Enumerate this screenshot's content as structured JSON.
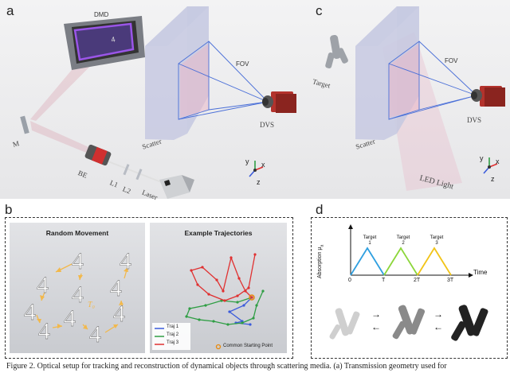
{
  "panel_a": {
    "label": "a",
    "dmd": "DMD",
    "m": "M",
    "be": "BE",
    "l1": "L1",
    "l2": "L2",
    "laser": "Laser",
    "scatter": "Scatter",
    "fov": "FOV",
    "dvs": "DVS",
    "axes": {
      "y": "y",
      "x": "x",
      "z": "z"
    }
  },
  "panel_c": {
    "label": "c",
    "target": "Target",
    "scatter": "Scatter",
    "fov": "FOV",
    "dvs": "DVS",
    "led": "LED Light",
    "axes": {
      "y": "y",
      "x": "x",
      "z": "z"
    }
  },
  "panel_b": {
    "label": "b",
    "left_title": "Random Movement",
    "right_title": "Example Trajectories",
    "t0": "T₀",
    "legend": [
      "Traj 1",
      "Traj 2",
      "Traj 3"
    ],
    "start_label": "Common Starting Point",
    "colors": {
      "traj1": "#3b5bdb",
      "traj2": "#2f9e44",
      "traj3": "#e03131",
      "arrow": "#f2b84b"
    }
  },
  "panel_d": {
    "label": "d",
    "ylabel": "Absorption μ",
    "ylabel_sub": "a",
    "xlabel": "Time",
    "ticks": [
      "0",
      "T",
      "2T",
      "3T"
    ],
    "targets": [
      {
        "line1": "Target",
        "line2": "1"
      },
      {
        "line1": "Target",
        "line2": "2"
      },
      {
        "line1": "Target",
        "line2": "3"
      }
    ],
    "colors": {
      "t1": "#2f9fe0",
      "t2": "#8cd63a",
      "t3": "#f2c418"
    },
    "arrows": [
      "→",
      "←",
      "→",
      "←"
    ]
  },
  "caption": "Figure 2. Optical setup for tracking and reconstruction of dynamical objects through scattering media. (a) Transmission geometry used for"
}
